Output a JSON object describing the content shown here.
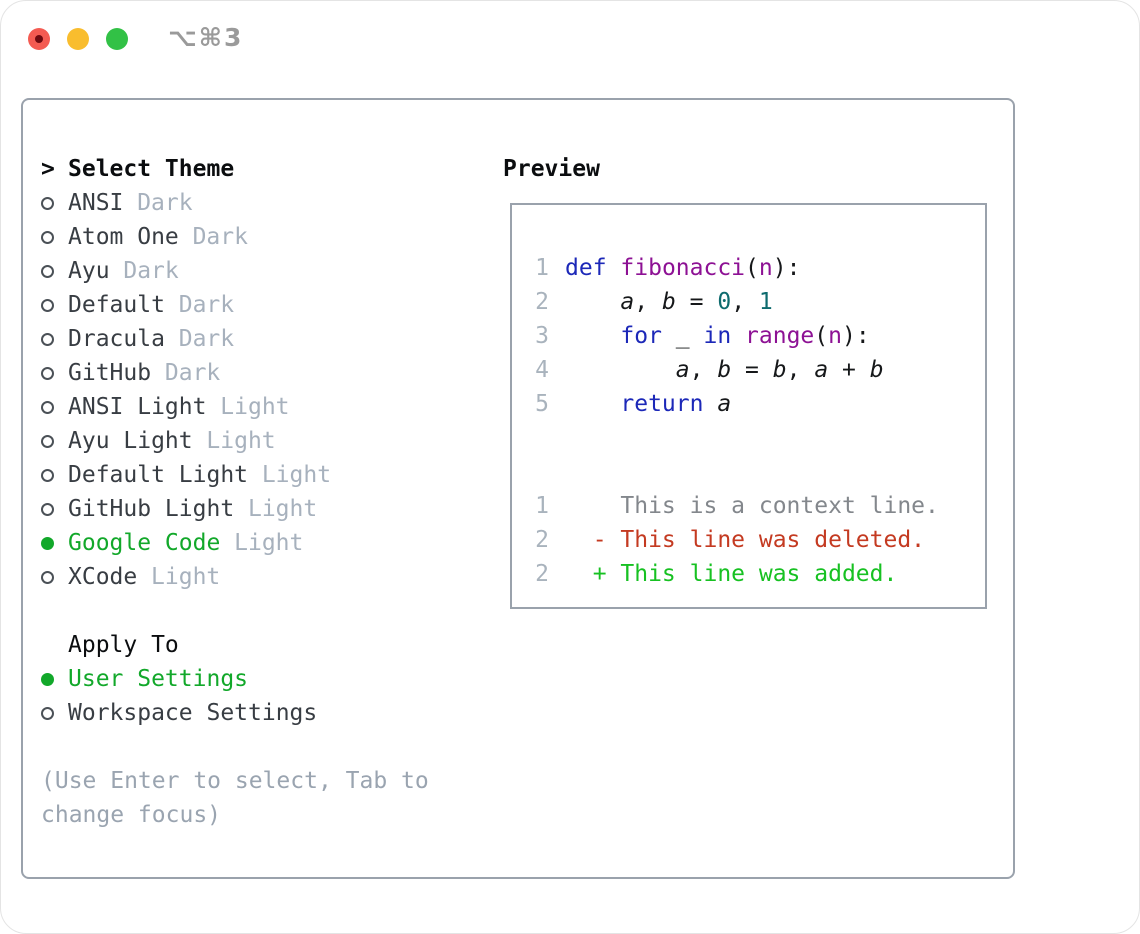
{
  "window": {
    "titlebar": {
      "shortcut": "⌥⌘3",
      "controls": [
        "close",
        "minimize",
        "zoom"
      ]
    }
  },
  "colors": {
    "accent_green": "#12a82a",
    "added_green": "#17c122",
    "deleted_red": "#c43a21",
    "keyword_blue": "#1c28b8",
    "function_purple": "#8d1194",
    "number_teal": "#0e6b6e",
    "variant_gray": "#a7b1bd",
    "border_gray": "#9aa2ac"
  },
  "theme_picker": {
    "title_prefix": ">",
    "title": "Select Theme",
    "themes": [
      {
        "name": "ANSI",
        "variant": "Dark",
        "selected": false
      },
      {
        "name": "Atom One",
        "variant": "Dark",
        "selected": false
      },
      {
        "name": "Ayu",
        "variant": "Dark",
        "selected": false
      },
      {
        "name": "Default",
        "variant": "Dark",
        "selected": false
      },
      {
        "name": "Dracula",
        "variant": "Dark",
        "selected": false
      },
      {
        "name": "GitHub",
        "variant": "Dark",
        "selected": false
      },
      {
        "name": "ANSI Light",
        "variant": "Light",
        "selected": false
      },
      {
        "name": "Ayu Light",
        "variant": "Light",
        "selected": false
      },
      {
        "name": "Default Light",
        "variant": "Light",
        "selected": false
      },
      {
        "name": "GitHub Light",
        "variant": "Light",
        "selected": false
      },
      {
        "name": "Google Code",
        "variant": "Light",
        "selected": true
      },
      {
        "name": "XCode",
        "variant": "Light",
        "selected": false
      }
    ],
    "apply_to": {
      "title": "Apply To",
      "options": [
        {
          "label": "User Settings",
          "selected": true
        },
        {
          "label": "Workspace Settings",
          "selected": false
        }
      ]
    },
    "hint": "(Use Enter to select, Tab to change focus)"
  },
  "preview": {
    "title": "Preview",
    "code_lines": [
      {
        "num": "1",
        "tokens": [
          [
            "def",
            "kw"
          ],
          [
            " ",
            "pl"
          ],
          [
            "fibonacci",
            "fn"
          ],
          [
            "(",
            "pl"
          ],
          [
            "n",
            "fn"
          ],
          [
            "):",
            "pl"
          ]
        ]
      },
      {
        "num": "2",
        "tokens": [
          [
            "    ",
            "pl"
          ],
          [
            "a",
            "var"
          ],
          [
            ", ",
            "pl"
          ],
          [
            "b",
            "var"
          ],
          [
            " = ",
            "pl"
          ],
          [
            "0",
            "num"
          ],
          [
            ", ",
            "pl"
          ],
          [
            "1",
            "num"
          ]
        ]
      },
      {
        "num": "3",
        "tokens": [
          [
            "    ",
            "pl"
          ],
          [
            "for",
            "kw"
          ],
          [
            " _ ",
            "pl"
          ],
          [
            "in",
            "kw"
          ],
          [
            " ",
            "pl"
          ],
          [
            "range",
            "fn"
          ],
          [
            "(",
            "pl"
          ],
          [
            "n",
            "fn"
          ],
          [
            "):",
            "pl"
          ]
        ]
      },
      {
        "num": "4",
        "tokens": [
          [
            "        ",
            "pl"
          ],
          [
            "a",
            "var"
          ],
          [
            ", ",
            "pl"
          ],
          [
            "b",
            "var"
          ],
          [
            " = ",
            "pl"
          ],
          [
            "b",
            "var"
          ],
          [
            ", ",
            "pl"
          ],
          [
            "a",
            "var"
          ],
          [
            " + ",
            "pl"
          ],
          [
            "b",
            "var"
          ]
        ]
      },
      {
        "num": "5",
        "tokens": [
          [
            "    ",
            "pl"
          ],
          [
            "return",
            "kw"
          ],
          [
            " ",
            "pl"
          ],
          [
            "a",
            "var"
          ]
        ]
      }
    ],
    "diff_lines": [
      {
        "num": "1",
        "type": "context",
        "text": "    This is a context line."
      },
      {
        "num": "2",
        "type": "deleted",
        "text": "  - This line was deleted."
      },
      {
        "num": "2",
        "type": "added",
        "text": "  + This line was added."
      }
    ]
  }
}
